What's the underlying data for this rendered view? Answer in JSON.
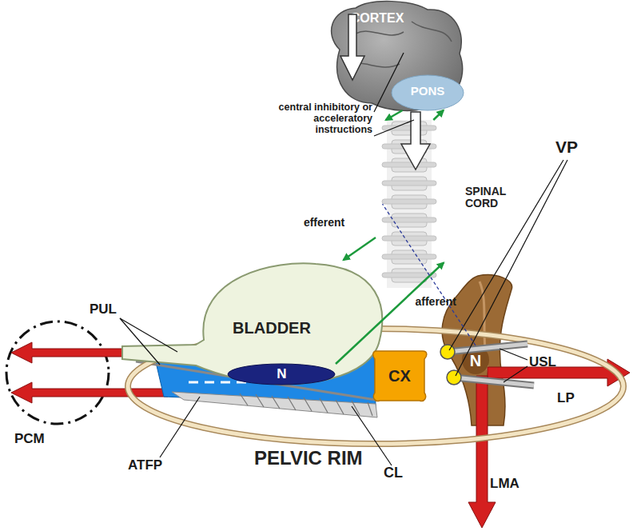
{
  "diagram": {
    "nodes": [
      {
        "text": [
          "CORTEX"
        ]
      },
      {
        "text": [
          "PONS"
        ],
        "in": 0
      },
      {
        "text": [
          "SPINAL CORD"
        ]
      },
      {
        "text": [
          "BLADDER"
        ]
      },
      {
        "text": [
          "N"
        ],
        "in": 3
      },
      {
        "text": [
          "CX"
        ]
      },
      {
        "text": [
          "N"
        ]
      },
      {
        "text": [
          "PELVIC RIM"
        ]
      }
    ],
    "edges": [
      {
        "from": 1,
        "to": 2,
        "arrow": "to"
      },
      {
        "from": 2,
        "to": 3,
        "label": "efferent",
        "arrow": "to"
      },
      {
        "from": 4,
        "to": 2,
        "label": "afferent",
        "arrow": "to"
      },
      {
        "from": 2,
        "to": 1,
        "arrow": "to"
      },
      {
        "from": 6,
        "to": 2,
        "arrow": "none"
      }
    ],
    "labels": [
      "central inhibitory or acceleratory instructions",
      "VP",
      "PUL",
      "USL",
      "LP",
      "PCM",
      "ATFP",
      "CL",
      "LMA"
    ]
  }
}
